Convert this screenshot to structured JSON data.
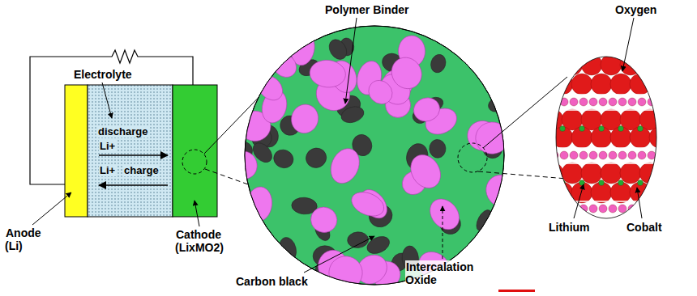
{
  "diagram": {
    "nodes": [
      {
        "text": [
          "discharge",
          "Li+",
          "Li+",
          "charge"
        ]
      }
    ],
    "labels": [
      "Polymer Binder",
      "Electrolyte",
      "Anode (Li)",
      "Cathode (LixMO2)",
      "Oxygen",
      "Lithium",
      "Cobalt",
      "Carbon black",
      "Intercalation Oxide"
    ]
  }
}
